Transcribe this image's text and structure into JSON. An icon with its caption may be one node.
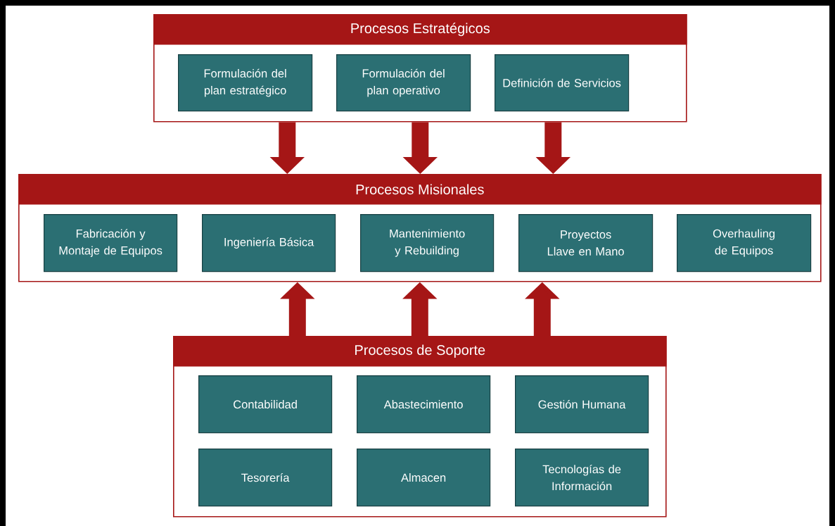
{
  "diagram": {
    "nodes": [
      {
        "text": [
          "Procesos Estratégicos"
        ]
      },
      {
        "text": [
          "Formulación del plan estratégico"
        ],
        "in": 0
      },
      {
        "text": [
          "Formulación del plan operativo"
        ],
        "in": 0
      },
      {
        "text": [
          "Definición de Servicios"
        ],
        "in": 0
      },
      {
        "text": [
          "Procesos Misionales"
        ]
      },
      {
        "text": [
          "Fabricación y Montaje de Equipos"
        ],
        "in": 4
      },
      {
        "text": [
          "Ingeniería Básica"
        ],
        "in": 4
      },
      {
        "text": [
          "Mantenimiento y Rebuilding"
        ],
        "in": 4
      },
      {
        "text": [
          "Proyectos Llave en Mano"
        ],
        "in": 4
      },
      {
        "text": [
          "Overhauling de Equipos"
        ],
        "in": 4
      },
      {
        "text": [
          "Procesos de Soporte"
        ]
      },
      {
        "text": [
          "Contabilidad"
        ],
        "in": 10
      },
      {
        "text": [
          "Abastecimiento"
        ],
        "in": 10
      },
      {
        "text": [
          "Gestión Humana"
        ],
        "in": 10
      },
      {
        "text": [
          "Tesorería"
        ],
        "in": 10
      },
      {
        "text": [
          "Almacen"
        ],
        "in": 10
      },
      {
        "text": [
          "Tecnologías de Información"
        ],
        "in": 10
      }
    ],
    "edges": [
      {
        "from": 0,
        "to": 4,
        "arrow": "to"
      },
      {
        "from": 0,
        "to": 4,
        "arrow": "to"
      },
      {
        "from": 0,
        "to": 4,
        "arrow": "to"
      },
      {
        "from": 10,
        "to": 4,
        "arrow": "to"
      },
      {
        "from": 10,
        "to": 4,
        "arrow": "to"
      },
      {
        "from": 10,
        "to": 4,
        "arrow": "to"
      }
    ]
  }
}
